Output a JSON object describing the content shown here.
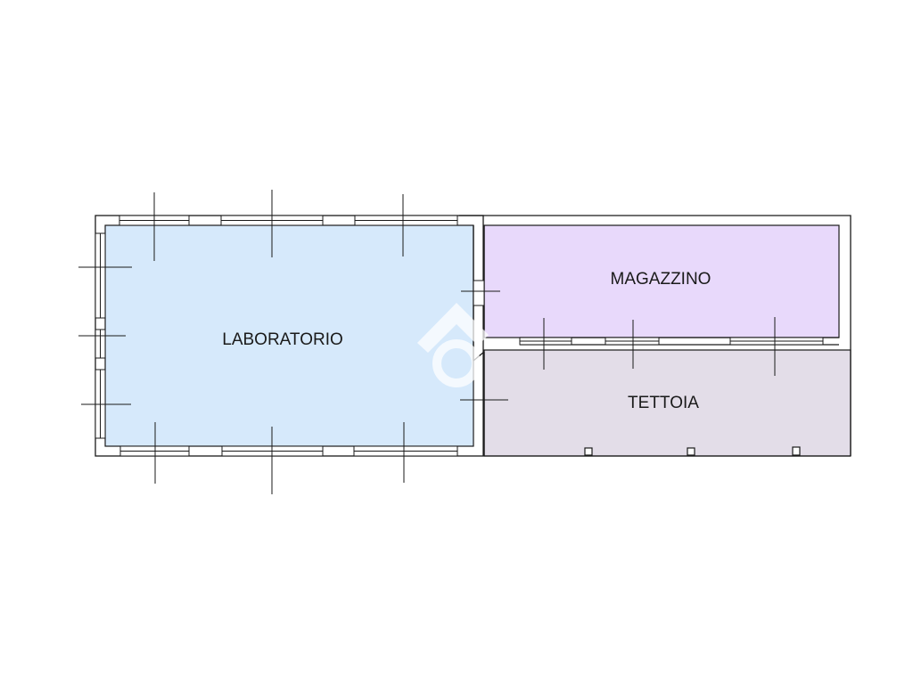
{
  "rooms": {
    "laboratorio": {
      "label": "LABORATORIO",
      "fill": "#d6e9fb"
    },
    "magazzino": {
      "label": "MAGAZZINO",
      "fill": "#e8d9fb"
    },
    "tettoia": {
      "label": "TETTOIA",
      "fill": "#e3dde8"
    }
  },
  "colors": {
    "wall": "#1a1a1a",
    "background": "#ffffff",
    "watermark": "#ffffff"
  },
  "icons": {
    "watermark": "house-logo-icon",
    "window": "window-icon",
    "pillar": "pillar-icon",
    "dimension": "dimension-tick-icon"
  }
}
